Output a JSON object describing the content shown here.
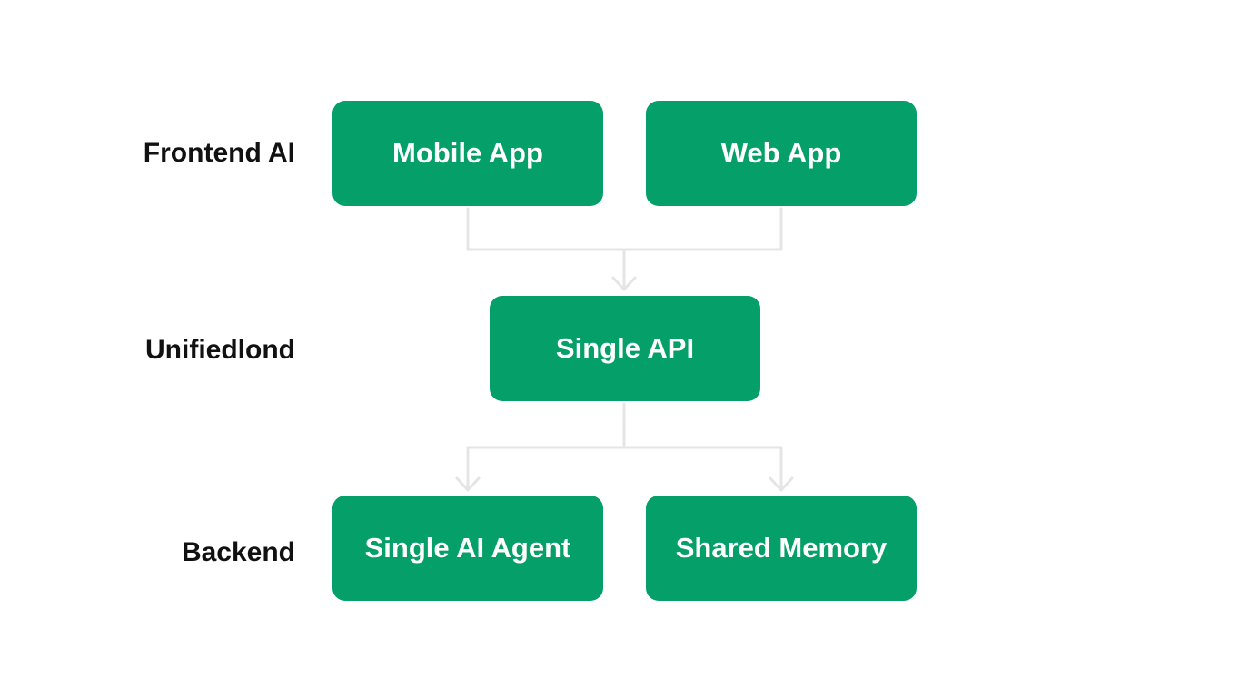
{
  "colors": {
    "node_fill": "#05A06A",
    "node_text": "#FFFFFF",
    "connector": "#E4E6E5",
    "label_text": "#111111",
    "background": "#FFFFFF"
  },
  "rows": [
    {
      "label": "Frontend AI"
    },
    {
      "label": "Unifiedlond"
    },
    {
      "label": "Backend"
    }
  ],
  "nodes": {
    "mobile_app": "Mobile App",
    "web_app": "Web App",
    "single_api": "Single API",
    "single_ai_agent": "Single AI Agent",
    "shared_memory": "Shared Memory"
  },
  "edges": [
    {
      "from": "Mobile App",
      "to": "Single API"
    },
    {
      "from": "Web App",
      "to": "Single API"
    },
    {
      "from": "Single API",
      "to": "Single AI Agent"
    },
    {
      "from": "Single API",
      "to": "Shared Memory"
    }
  ]
}
